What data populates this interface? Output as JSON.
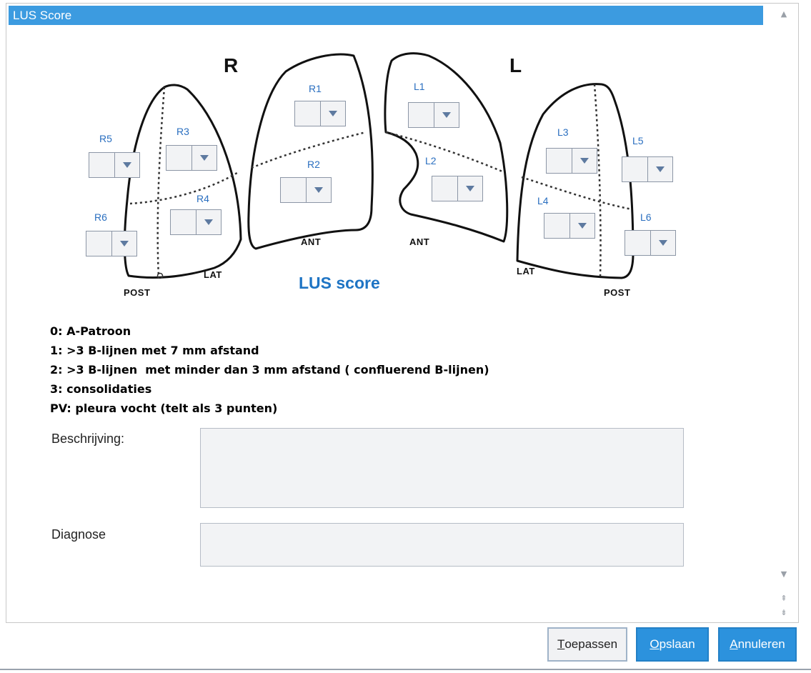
{
  "window": {
    "title": "LUS Score"
  },
  "diagram": {
    "right_letter": "R",
    "left_letter": "L",
    "post_left": "POST",
    "lat_left": "LAT",
    "ant_left": "ANT",
    "ant_right": "ANT",
    "lat_right": "LAT",
    "post_right": "POST",
    "caption": "LUS score",
    "zones": [
      {
        "id": "R1",
        "label": "R1",
        "value": ""
      },
      {
        "id": "R2",
        "label": "R2",
        "value": ""
      },
      {
        "id": "R3",
        "label": "R3",
        "value": ""
      },
      {
        "id": "R4",
        "label": "R4",
        "value": ""
      },
      {
        "id": "R5",
        "label": "R5",
        "value": ""
      },
      {
        "id": "R6",
        "label": "R6",
        "value": ""
      },
      {
        "id": "L1",
        "label": "L1",
        "value": ""
      },
      {
        "id": "L2",
        "label": "L2",
        "value": ""
      },
      {
        "id": "L3",
        "label": "L3",
        "value": ""
      },
      {
        "id": "L4",
        "label": "L4",
        "value": ""
      },
      {
        "id": "L5",
        "label": "L5",
        "value": ""
      },
      {
        "id": "L6",
        "label": "L6",
        "value": ""
      }
    ]
  },
  "legend": [
    "0: A-Patroon",
    "1: >3 B-lijnen met 7 mm afstand",
    "2: >3 B-lijnen  met minder dan 3 mm afstand ( confluerend B-lijnen)",
    "3: consolidaties",
    "PV: pleura vocht (telt als 3 punten)"
  ],
  "form": {
    "beschrijving_label": "Beschrijving:",
    "beschrijving_value": "",
    "diagnose_label": "Diagnose",
    "diagnose_value": ""
  },
  "buttons": {
    "apply": {
      "first": "T",
      "rest": "oepassen"
    },
    "save": {
      "first": "O",
      "rest": "pslaan"
    },
    "cancel": {
      "first": "A",
      "rest": "nnuleren"
    }
  },
  "colors": {
    "titlebar": "#3c9be0",
    "zone_label": "#2a6fc0",
    "caption": "#1e74c4",
    "primary_button": "#2c92dd"
  }
}
